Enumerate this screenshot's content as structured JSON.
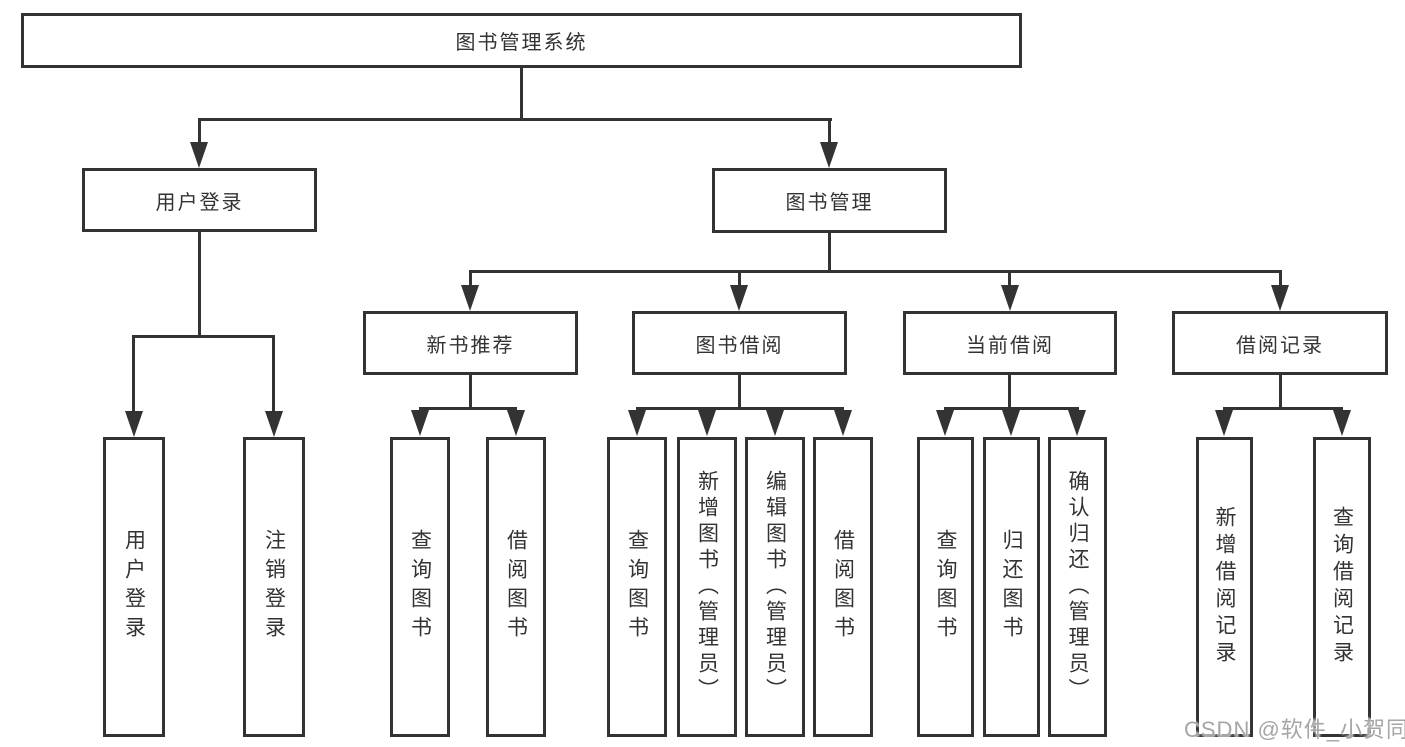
{
  "diagram_type": "function-structure-tree",
  "colors": {
    "line": "#333333",
    "text": "#333333",
    "box_bg": "#ffffff",
    "watermark": "#a6a6a6"
  },
  "tree": {
    "root": "图书管理系统",
    "branches": [
      {
        "label": "用户登录",
        "children": [
          "用户登录",
          "注销登录"
        ]
      },
      {
        "label": "图书管理",
        "groups": [
          {
            "label": "新书推荐",
            "children": [
              "查询图书",
              "借阅图书"
            ]
          },
          {
            "label": "图书借阅",
            "children": [
              "查询图书",
              "新增图书（管理员）",
              "编辑图书（管理员）",
              "借阅图书"
            ]
          },
          {
            "label": "当前借阅",
            "children": [
              "查询图书",
              "归还图书",
              "确认归还（管理员）"
            ]
          },
          {
            "label": "借阅记录",
            "children": [
              "新增借阅记录",
              "查询借阅记录"
            ]
          }
        ]
      }
    ]
  },
  "watermark": {
    "text": "CSDN @软件_小贺同学"
  }
}
